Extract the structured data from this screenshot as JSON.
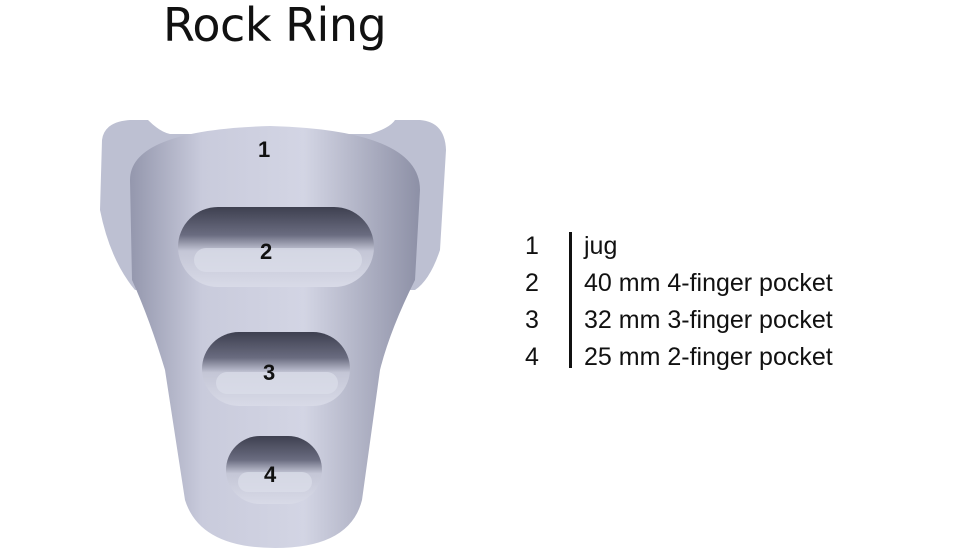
{
  "title": "Rock Ring",
  "hold": {
    "color": "#b9bccf",
    "labels": [
      "1",
      "2",
      "3",
      "4"
    ]
  },
  "legend": {
    "items": [
      {
        "num": "1",
        "text": "jug"
      },
      {
        "num": "2",
        "text": "40 mm 4-finger pocket"
      },
      {
        "num": "3",
        "text": "32 mm 3-finger pocket"
      },
      {
        "num": "4",
        "text": "25 mm 2-finger pocket"
      }
    ]
  }
}
